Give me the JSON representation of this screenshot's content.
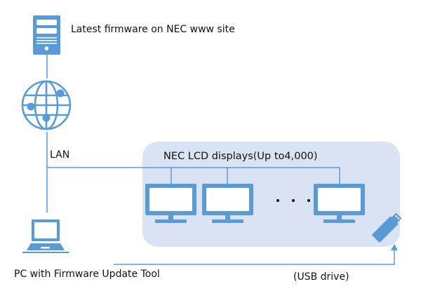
{
  "diagram": {
    "server_label": "Latest firmware on NEC www site",
    "network_label": "LAN",
    "group_label": "NEC LCD displays(Up to4,000)",
    "pc_label": "PC with Firmware Update Tool",
    "usb_label": "(USB drive)",
    "ellipsis": "•   •   •",
    "colors": {
      "icon": "#5b9bd5",
      "line": "#5b9bd5",
      "group_bg": "#dae3f3",
      "text": "#111111"
    },
    "nodes": [
      {
        "id": "server",
        "icon": "server-icon"
      },
      {
        "id": "internet",
        "icon": "globe-icon"
      },
      {
        "id": "pc",
        "icon": "laptop-icon"
      },
      {
        "id": "display-1",
        "icon": "monitor-icon"
      },
      {
        "id": "display-2",
        "icon": "monitor-icon"
      },
      {
        "id": "display-n",
        "icon": "monitor-icon"
      },
      {
        "id": "usb",
        "icon": "usb-drive-icon"
      }
    ]
  }
}
